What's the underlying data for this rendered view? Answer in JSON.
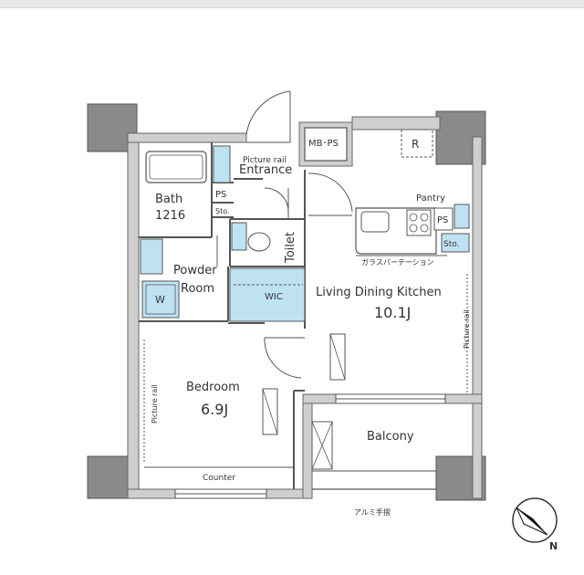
{
  "floorplan": {
    "rooms": {
      "entrance": "Entrance",
      "picture_rail_entrance": "Picture rail",
      "mb_ps": "MB･PS",
      "refrigerator": "R",
      "bath": "Bath",
      "bath_size": "1216",
      "ps_left": "PS",
      "sto_left": "Sto.",
      "toilet": "Toilet",
      "powder_line1": "Powder",
      "powder_line2": "Room",
      "washer": "W",
      "wic": "WIC",
      "pantry": "Pantry",
      "ps_right": "PS",
      "sto_right": "Sto.",
      "glass_partition": "ガラスパーテーション",
      "ldk": "Living Dining Kitchen",
      "ldk_size": "10.1J",
      "picture_rail_ldk": "Picture rail",
      "bedroom": "Bedroom",
      "bedroom_size": "6.9J",
      "picture_rail_bedroom": "Picture rail",
      "counter": "Counter",
      "balcony": "Balcony",
      "handrail": "アルミ手摺"
    },
    "compass": {
      "north": "N"
    }
  }
}
